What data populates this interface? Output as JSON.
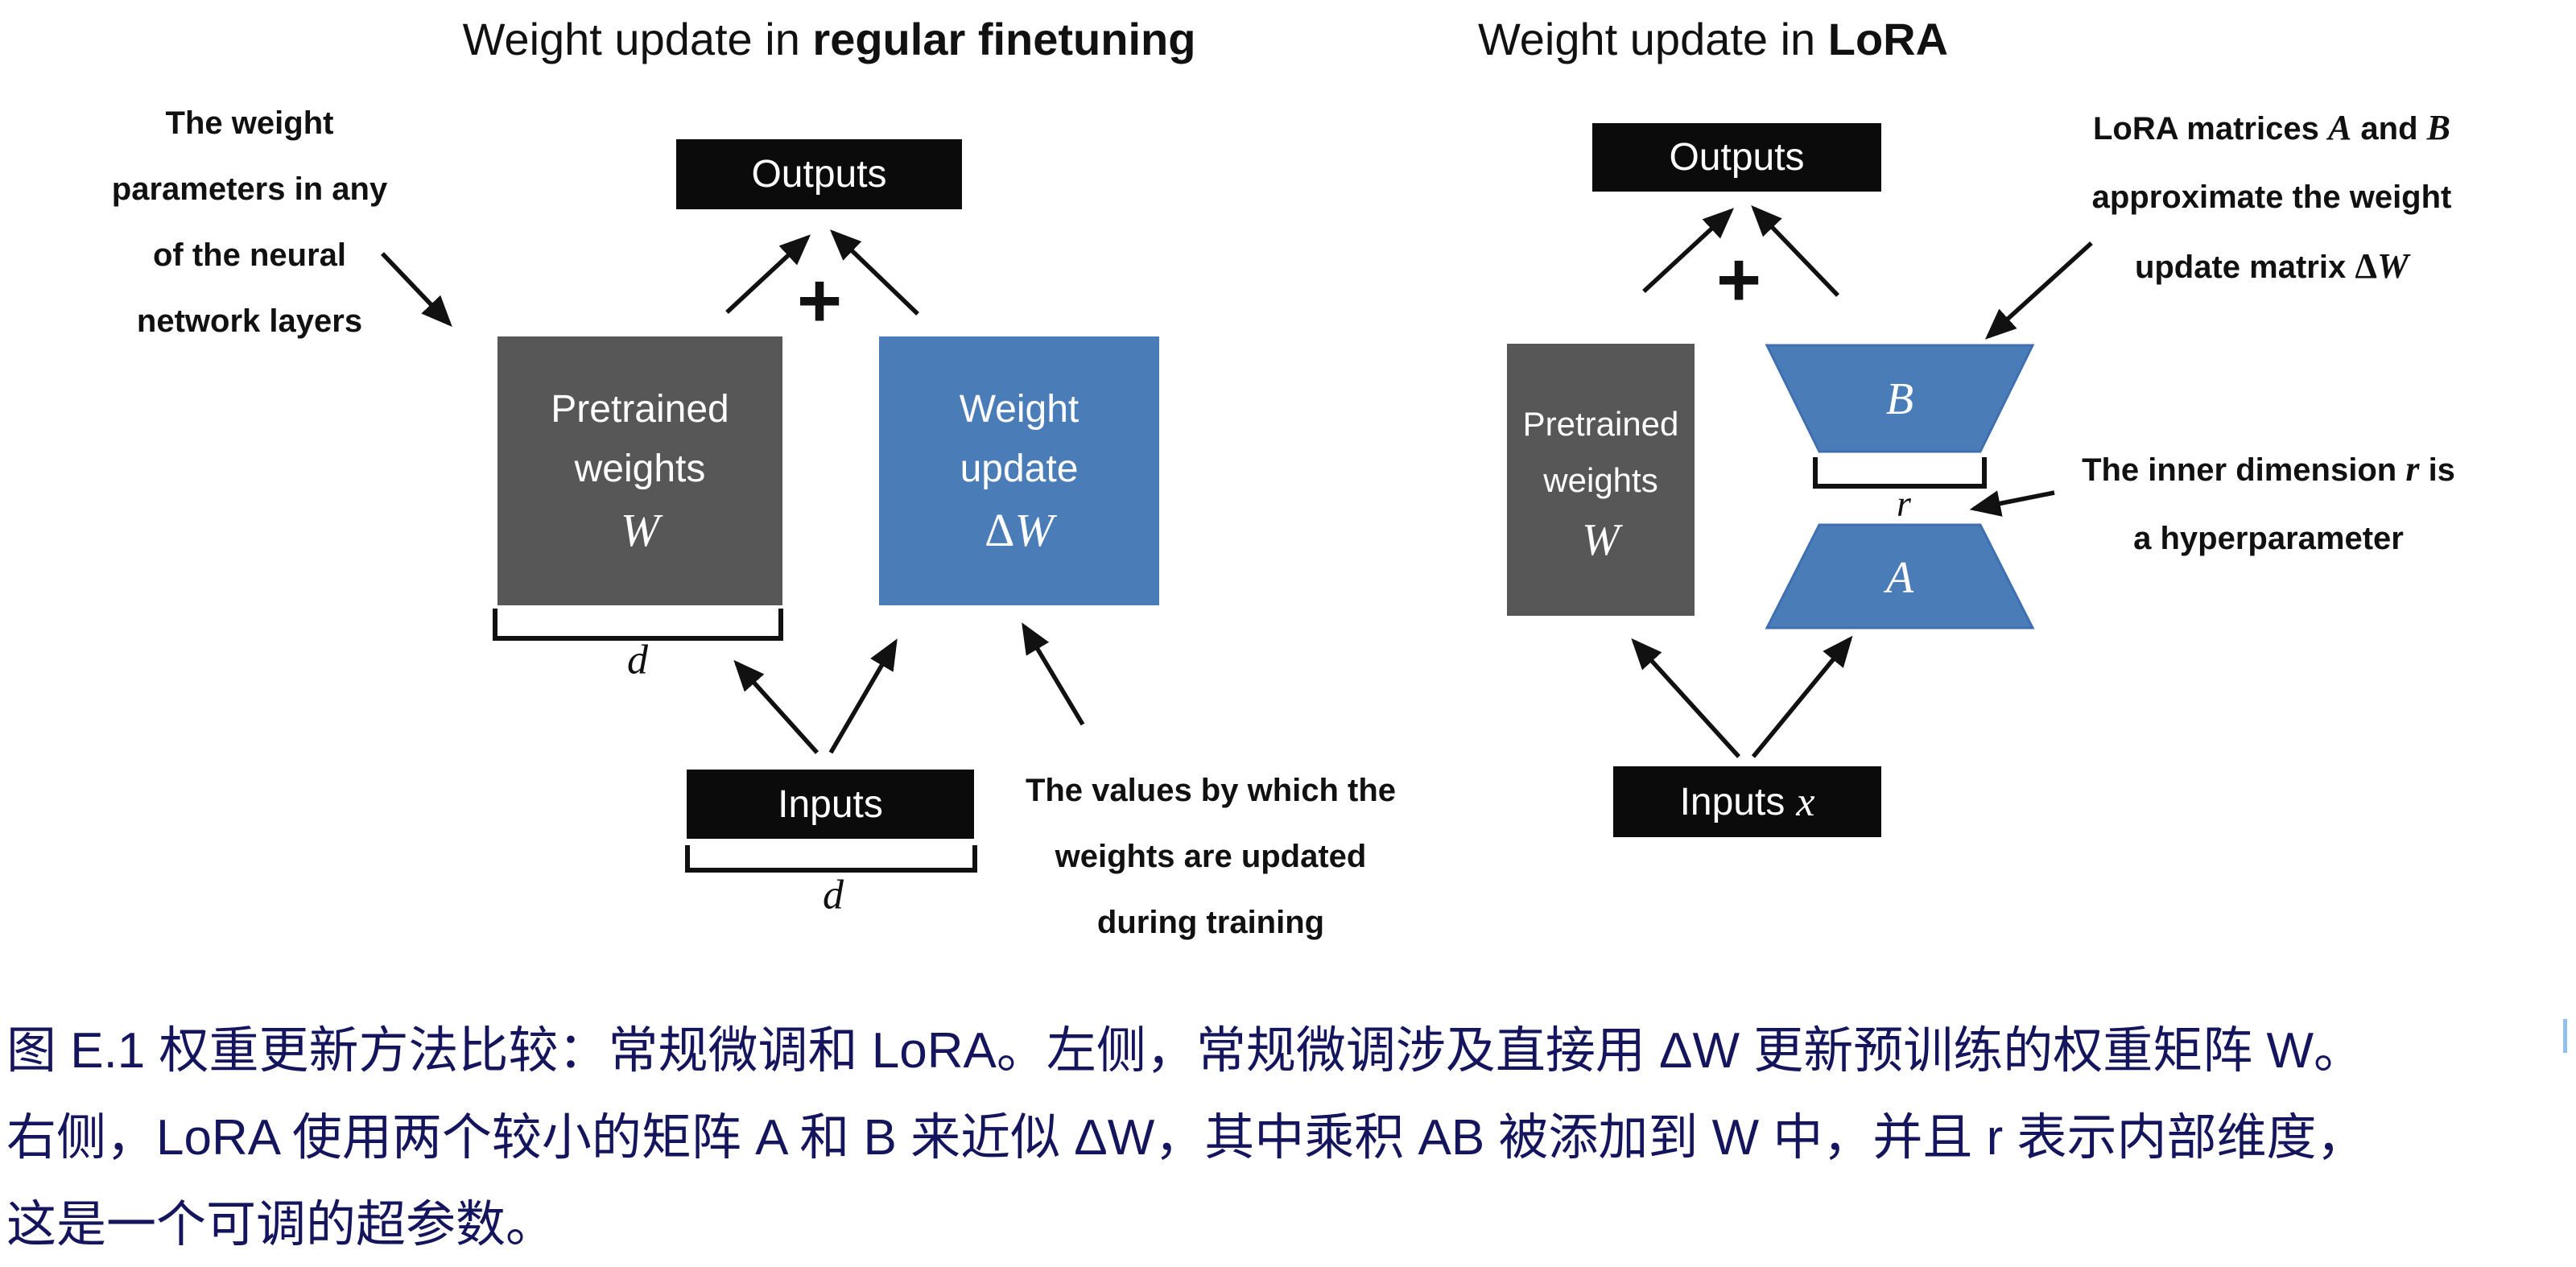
{
  "left": {
    "title_prefix": "Weight update in ",
    "title_bold": "regular finetuning",
    "outputs_label": "Outputs",
    "plus_sign": "+",
    "pretrained_box": {
      "line1": "Pretrained",
      "line2": "weights",
      "symbol": "W"
    },
    "update_box": {
      "line1": "Weight",
      "line2": "update",
      "delta": "Δ",
      "symbol": "W"
    },
    "dim_label_weights": "d",
    "inputs_label": "Inputs",
    "dim_label_inputs": "d",
    "annotation_weights": [
      "The weight",
      "parameters in any",
      "of the neural",
      "network layers"
    ],
    "annotation_values": [
      "The values by which the",
      "weights are updated",
      "during training"
    ]
  },
  "right": {
    "title_prefix": "Weight update in ",
    "title_bold": "LoRA",
    "outputs_label": "Outputs",
    "plus_sign": "+",
    "pretrained_box": {
      "line1": "Pretrained",
      "line2": "weights",
      "symbol": "W"
    },
    "matrix_b_label": "B",
    "matrix_a_label": "A",
    "rank_label": "r",
    "inputs_label": "Inputs",
    "inputs_symbol": "x",
    "annotation_matrices": {
      "l1a": "LoRA matrices ",
      "l1b": "A",
      "l1c": " and ",
      "l1d": "B",
      "l2": "approximate the weight",
      "l3a": "update matrix ",
      "l3b": "Δ",
      "l3c": "W"
    },
    "annotation_rank": {
      "l1a": "The inner dimension ",
      "l1b": "r",
      "l1c": " is",
      "l2": "a hyperparameter"
    }
  },
  "caption": {
    "lines": [
      "图 E.1 权重更新方法比较：常规微调和 LoRA。左侧，常规微调涉及直接用 ΔW 更新预训练的权重矩阵 W。",
      "右侧，LoRA 使用两个较小的矩阵 A 和 B 来近似 ΔW，其中乘积 AB 被添加到 W 中，并且 r 表示内部维度，",
      "这是一个可调的超参数。"
    ]
  },
  "colors": {
    "matrix_blue": "#4a7cb8",
    "pretrained_gray": "#575757",
    "box_black": "#0b0b0b",
    "caption_navy": "#15155e",
    "arrow_black": "#111111",
    "cursor_artifact_blue": "#8fc1ea"
  }
}
